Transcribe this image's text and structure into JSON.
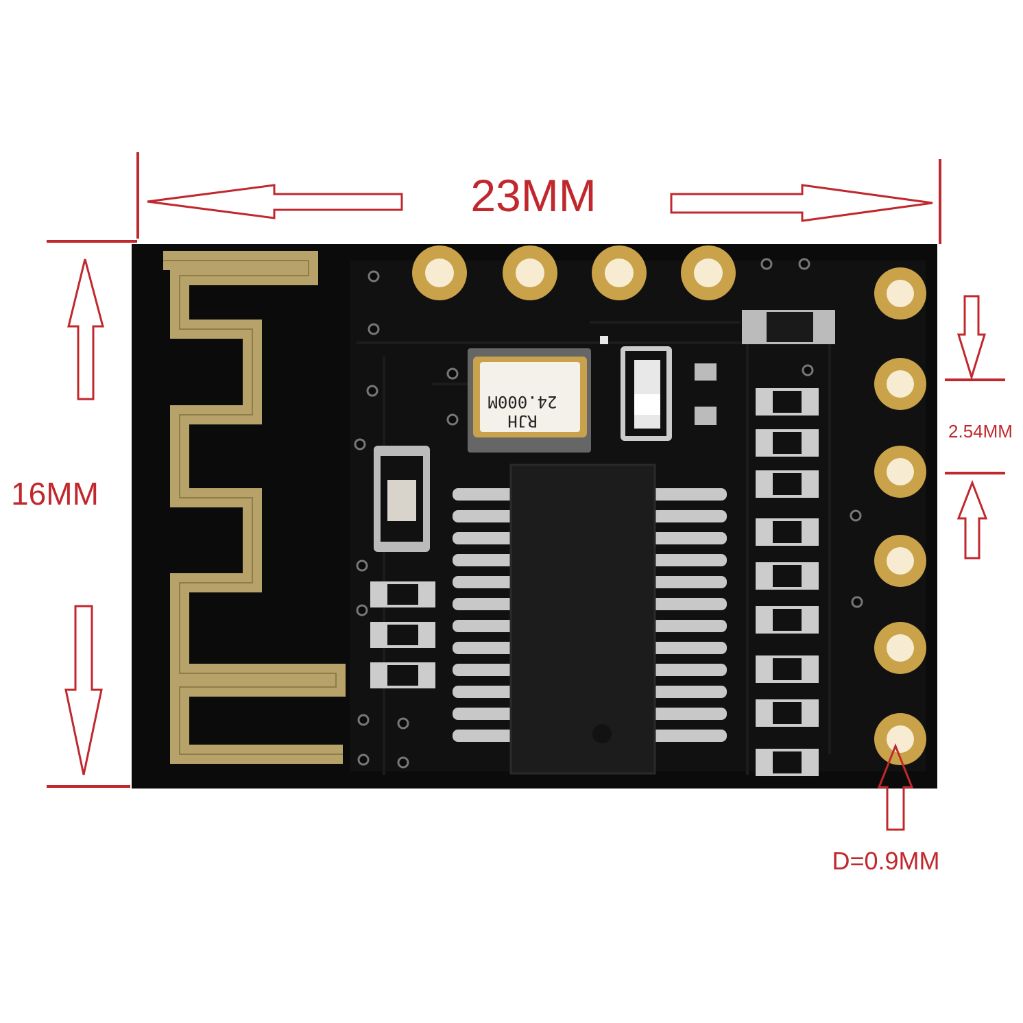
{
  "dimensions": {
    "width_label": "23MM",
    "height_label": "16MM",
    "pitch_label": "2.54MM",
    "hole_label": "D=0.9MM"
  },
  "crystal": {
    "line1": "24.000M",
    "line2": "RJH"
  },
  "colors": {
    "dimension": "#c0282d",
    "board": "#0b0b0b",
    "antenna": "#b7a36a",
    "pad_gold": "#c9a24a",
    "pad_center": "#f7ecd2"
  }
}
